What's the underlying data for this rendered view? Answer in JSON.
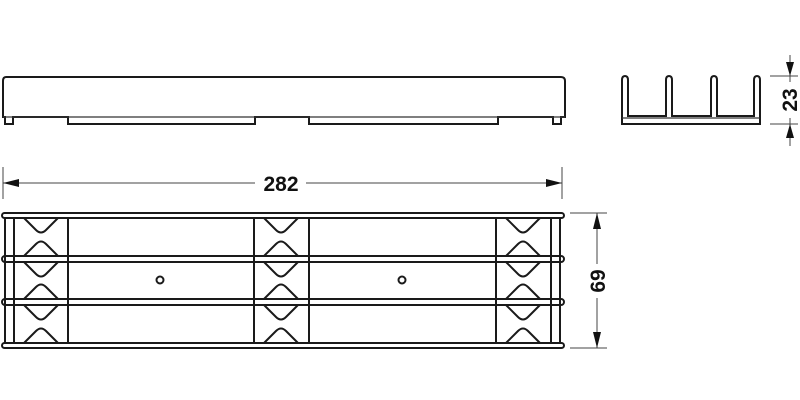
{
  "drawing": {
    "views": [
      "side-view",
      "end-profile",
      "top-view"
    ],
    "dimensions": {
      "length": "282",
      "height": "23",
      "width": "69"
    },
    "colors": {
      "line": "#1a1a1a",
      "background": "#ffffff"
    }
  }
}
